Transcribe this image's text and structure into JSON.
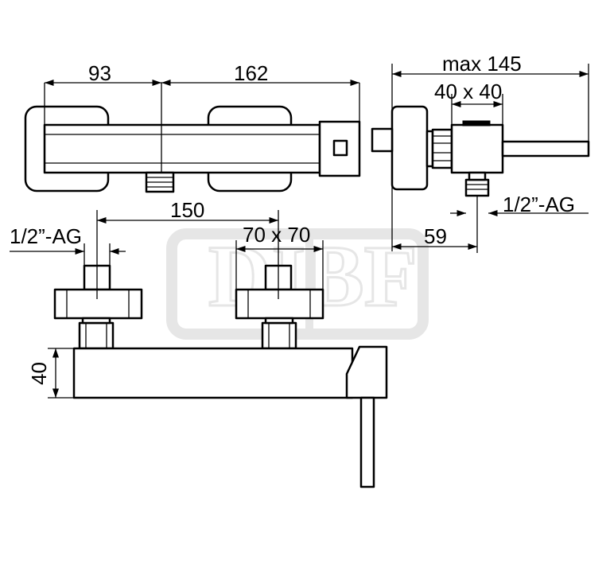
{
  "dimensions": {
    "d93": "93",
    "d162": "162",
    "max145": "max 145",
    "sq40": "40 x 40",
    "thread_right": "1/2”-AG",
    "d59": "59",
    "d150": "150",
    "thread_left": "1/2”-AG",
    "sq70": "70 x 70",
    "h40": "40"
  },
  "watermark": "DIBF"
}
